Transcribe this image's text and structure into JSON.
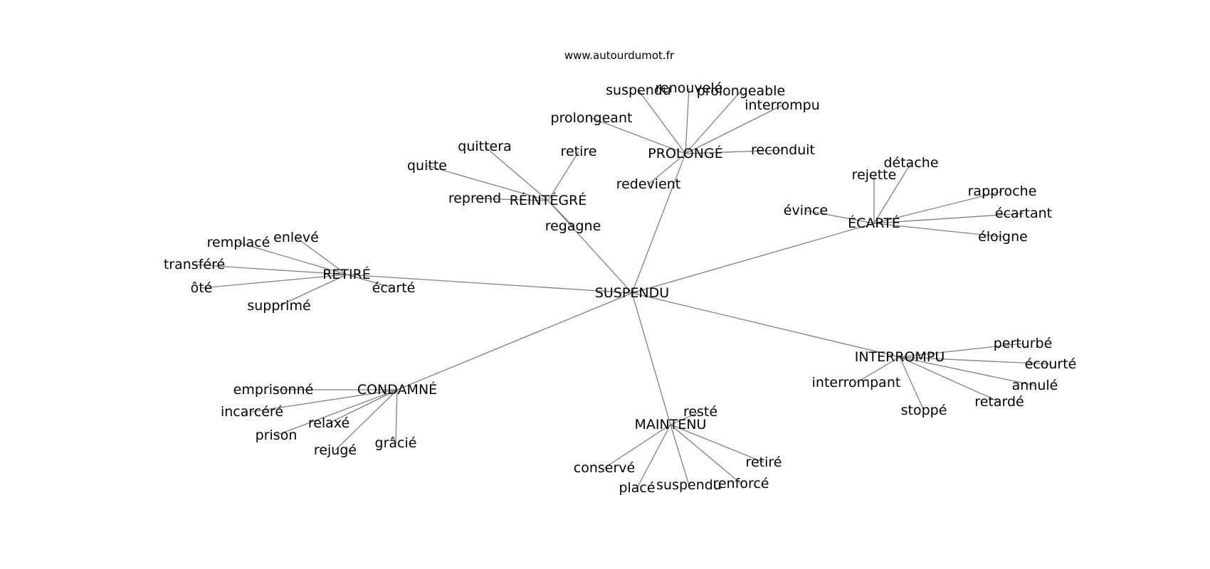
{
  "source": "www.autourdumot.fr",
  "center": "SUSPENDU",
  "groups": [
    {
      "id": "prolonge",
      "hub": "PROLONGÉ",
      "words": [
        "suspendu",
        "renouvelé",
        "prolongeable",
        "interrompu",
        "prolongeant",
        "reconduit",
        "redevient"
      ]
    },
    {
      "id": "reintegre",
      "hub": "RÉINTÉGRÉ",
      "words": [
        "quittera",
        "quitte",
        "retire",
        "reprend",
        "regagne"
      ]
    },
    {
      "id": "ecarte",
      "hub": "ÉCARTÉ",
      "words": [
        "détache",
        "rejette",
        "rapproche",
        "écartant",
        "évince",
        "éloigne"
      ]
    },
    {
      "id": "retire",
      "hub": "RETIRÉ",
      "words": [
        "remplacé",
        "enlevé",
        "transféré",
        "ôté",
        "supprimé",
        "écarté"
      ]
    },
    {
      "id": "interrompu",
      "hub": "INTERROMPU",
      "words": [
        "perturbé",
        "écourté",
        "annulé",
        "interrompant",
        "retardé",
        "stoppé"
      ]
    },
    {
      "id": "condamne",
      "hub": "CONDAMNÉ",
      "words": [
        "emprisonné",
        "incarcéré",
        "relaxé",
        "prison",
        "rejugé",
        "grâcié"
      ]
    },
    {
      "id": "maintenu",
      "hub": "MAINTENU",
      "words": [
        "resté",
        "conservé",
        "retiré",
        "placé",
        "suspendu",
        "renforcé"
      ]
    }
  ]
}
